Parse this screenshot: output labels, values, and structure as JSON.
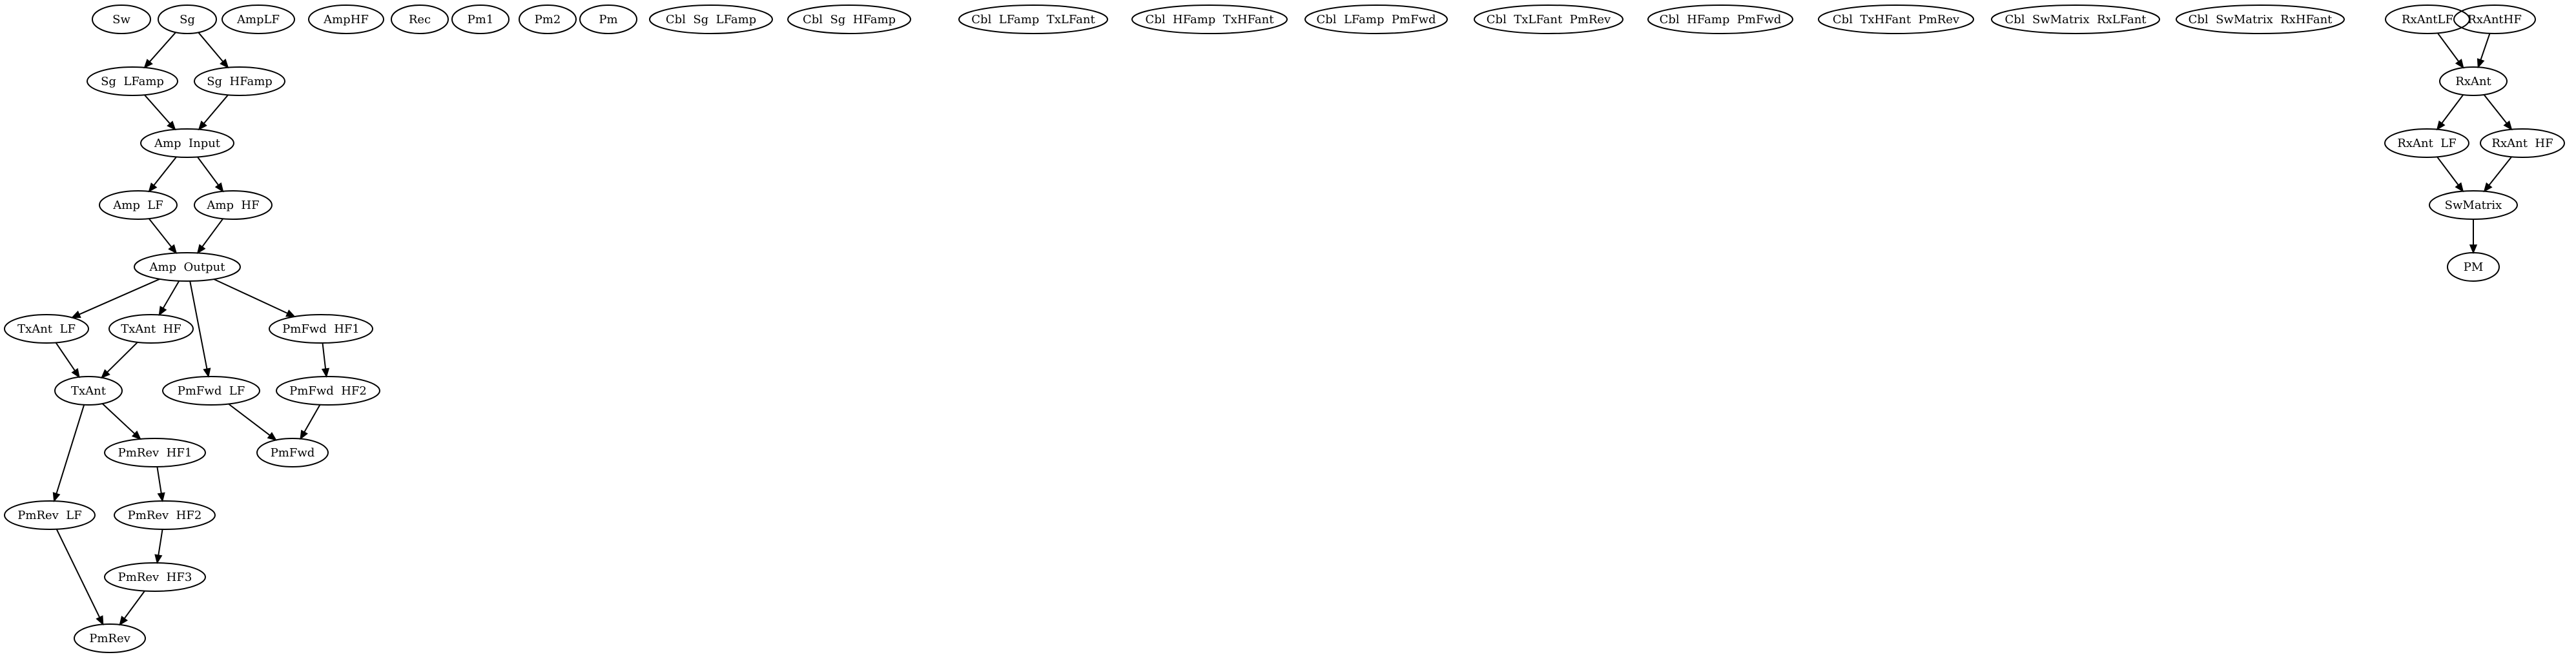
{
  "colors": {
    "background": "#ffffff",
    "stroke": "#000000",
    "text": "#000000"
  },
  "graph": {
    "nodes": [
      {
        "id": "sw",
        "label": "Sw"
      },
      {
        "id": "sg",
        "label": "Sg"
      },
      {
        "id": "amplf",
        "label": "AmpLF"
      },
      {
        "id": "amphf",
        "label": "AmpHF"
      },
      {
        "id": "rec",
        "label": "Rec"
      },
      {
        "id": "pm1",
        "label": "Pm1"
      },
      {
        "id": "pm2",
        "label": "Pm2"
      },
      {
        "id": "pm",
        "label": "Pm"
      },
      {
        "id": "cbl1",
        "label": "Cbl  Sg  LFamp"
      },
      {
        "id": "cbl2",
        "label": "Cbl  Sg  HFamp"
      },
      {
        "id": "cbl3",
        "label": "Cbl  LFamp  TxLFant"
      },
      {
        "id": "cbl4",
        "label": "Cbl  HFamp  TxHFant"
      },
      {
        "id": "cbl5",
        "label": "Cbl  LFamp  PmFwd"
      },
      {
        "id": "cbl6",
        "label": "Cbl  TxLFant  PmRev"
      },
      {
        "id": "cbl7",
        "label": "Cbl  HFamp  PmFwd"
      },
      {
        "id": "cbl8",
        "label": "Cbl  TxHFant  PmRev"
      },
      {
        "id": "cbl9",
        "label": "Cbl  SwMatrix  RxLFant"
      },
      {
        "id": "cbl10",
        "label": "Cbl  SwMatrix  RxHFant"
      },
      {
        "id": "rxantlf",
        "label": "RxAntLF"
      },
      {
        "id": "rxanthf",
        "label": "RxAntHF"
      },
      {
        "id": "sglfamp",
        "label": "Sg  LFamp"
      },
      {
        "id": "sghfamp",
        "label": "Sg  HFamp"
      },
      {
        "id": "ampinput",
        "label": "Amp  Input"
      },
      {
        "id": "amplf2",
        "label": "Amp  LF"
      },
      {
        "id": "amphf2",
        "label": "Amp  HF"
      },
      {
        "id": "ampoutput",
        "label": "Amp  Output"
      },
      {
        "id": "txantlf",
        "label": "TxAnt  LF"
      },
      {
        "id": "txanthf",
        "label": "TxAnt  HF"
      },
      {
        "id": "pmfwdhf1",
        "label": "PmFwd  HF1"
      },
      {
        "id": "txant",
        "label": "TxAnt"
      },
      {
        "id": "pmfwdlf",
        "label": "PmFwd  LF"
      },
      {
        "id": "pmfwdhf2",
        "label": "PmFwd  HF2"
      },
      {
        "id": "pmfwd",
        "label": "PmFwd"
      },
      {
        "id": "pmrevhf1",
        "label": "PmRev  HF1"
      },
      {
        "id": "pmrevlf",
        "label": "PmRev  LF"
      },
      {
        "id": "pmrevhf2",
        "label": "PmRev  HF2"
      },
      {
        "id": "pmrevhf3",
        "label": "PmRev  HF3"
      },
      {
        "id": "pmrev",
        "label": "PmRev"
      },
      {
        "id": "rxant",
        "label": "RxAnt"
      },
      {
        "id": "rxantlf2",
        "label": "RxAnt  LF"
      },
      {
        "id": "rxanthf2",
        "label": "RxAnt  HF"
      },
      {
        "id": "swmatrix",
        "label": "SwMatrix"
      },
      {
        "id": "pmnode",
        "label": "PM"
      }
    ],
    "edges": [
      {
        "from": "sg",
        "to": "sglfamp"
      },
      {
        "from": "sg",
        "to": "sghfamp"
      },
      {
        "from": "sglfamp",
        "to": "ampinput"
      },
      {
        "from": "sghfamp",
        "to": "ampinput"
      },
      {
        "from": "ampinput",
        "to": "amplf2"
      },
      {
        "from": "ampinput",
        "to": "amphf2"
      },
      {
        "from": "amplf2",
        "to": "ampoutput"
      },
      {
        "from": "amphf2",
        "to": "ampoutput"
      },
      {
        "from": "ampoutput",
        "to": "txantlf"
      },
      {
        "from": "ampoutput",
        "to": "txanthf"
      },
      {
        "from": "ampoutput",
        "to": "pmfwdlf"
      },
      {
        "from": "ampoutput",
        "to": "pmfwdhf1"
      },
      {
        "from": "txantlf",
        "to": "txant"
      },
      {
        "from": "txanthf",
        "to": "txant"
      },
      {
        "from": "pmfwdhf1",
        "to": "pmfwdhf2"
      },
      {
        "from": "pmfwdlf",
        "to": "pmfwd"
      },
      {
        "from": "pmfwdhf2",
        "to": "pmfwd"
      },
      {
        "from": "txant",
        "to": "pmrevlf"
      },
      {
        "from": "txant",
        "to": "pmrevhf1"
      },
      {
        "from": "pmrevhf1",
        "to": "pmrevhf2"
      },
      {
        "from": "pmrevhf2",
        "to": "pmrevhf3"
      },
      {
        "from": "pmrevlf",
        "to": "pmrev"
      },
      {
        "from": "pmrevhf3",
        "to": "pmrev"
      },
      {
        "from": "rxantlf",
        "to": "rxant"
      },
      {
        "from": "rxanthf",
        "to": "rxant"
      },
      {
        "from": "rxant",
        "to": "rxantlf2"
      },
      {
        "from": "rxant",
        "to": "rxanthf2"
      },
      {
        "from": "rxantlf2",
        "to": "swmatrix"
      },
      {
        "from": "rxanthf2",
        "to": "swmatrix"
      },
      {
        "from": "swmatrix",
        "to": "pmnode"
      }
    ]
  }
}
